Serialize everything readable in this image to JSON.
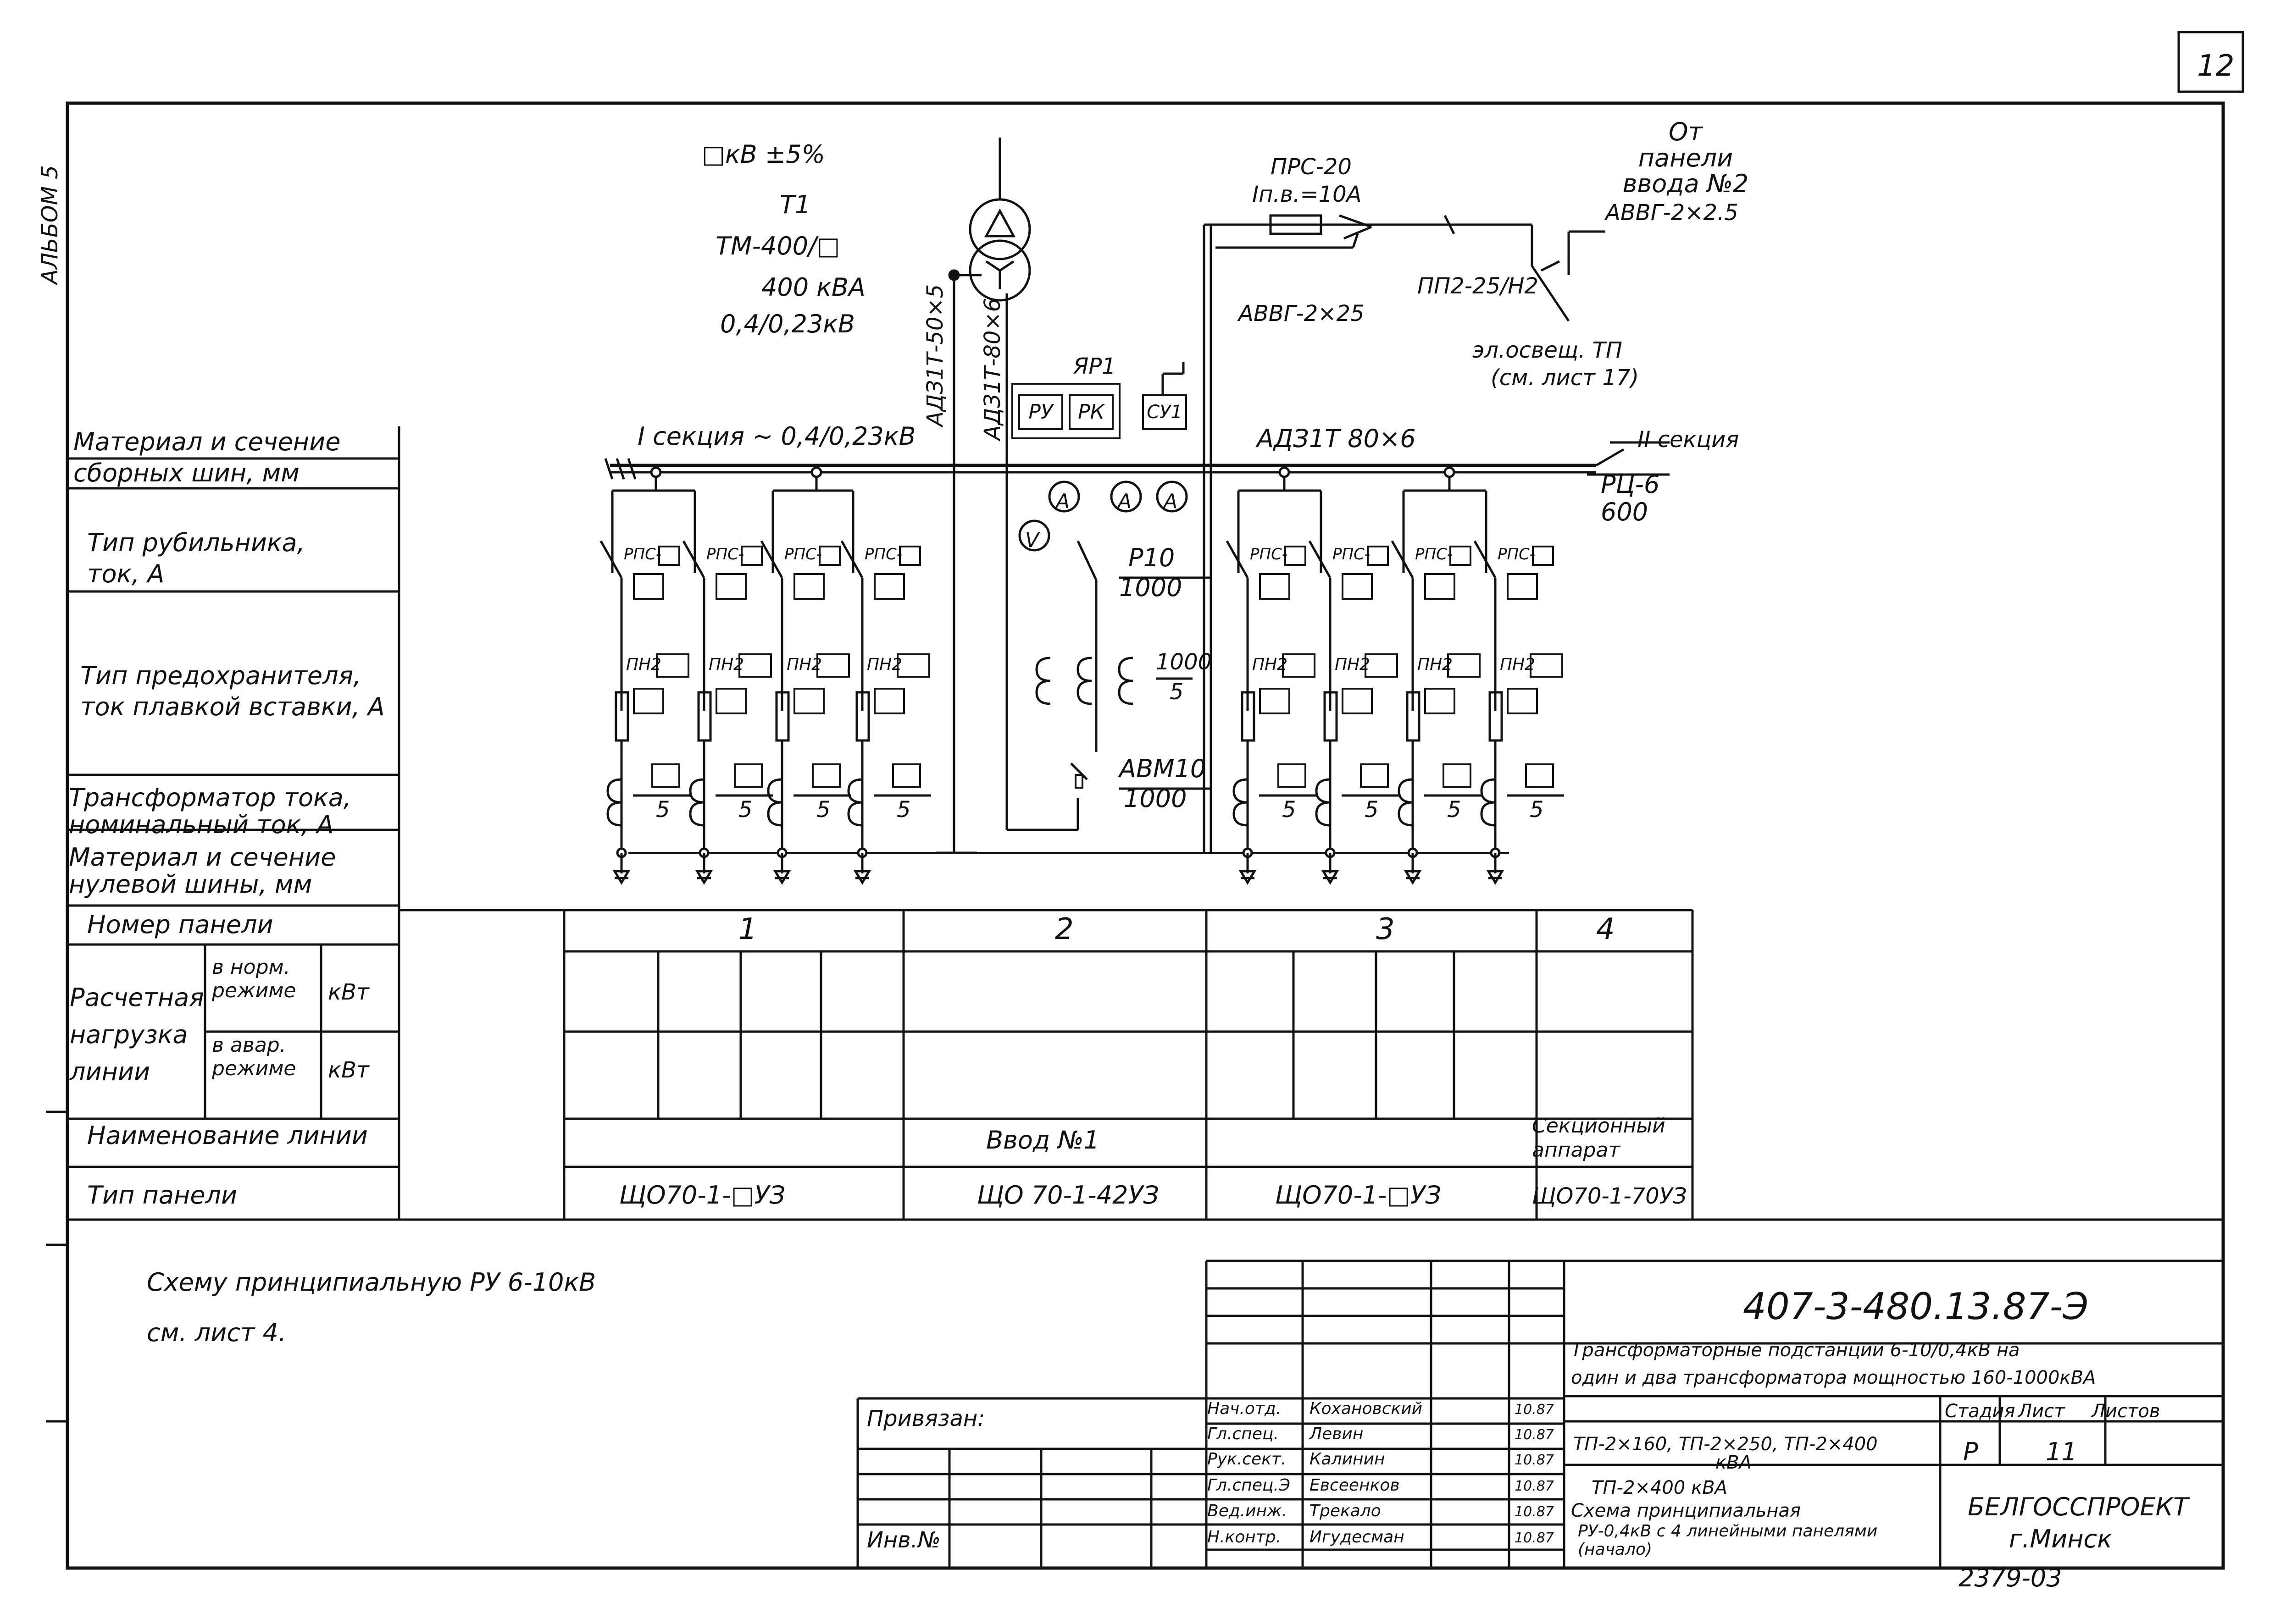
{
  "sheet": {
    "page_number": "12",
    "album_label": "АЛЬБОМ 5",
    "code": "407-3-480.13.87-Э",
    "archive_number": "2379-03"
  },
  "row_labels": [
    "Материал и сечение сборных шин, мм",
    "Тип рубильника, ток, А",
    "Тип предохранителя, ток плавкой вставки, А",
    "Трансформатор тока, номинальный ток, А",
    "Материал и сечение нулевой шины, мм",
    "Номер панели"
  ],
  "load_row": {
    "label": "Расчетная нагрузка линии",
    "norm": "в норм. режиме",
    "avar": "в авар. режиме",
    "unit": "кВт"
  },
  "name_row_label": "Наименование линии",
  "type_row_label": "Тип панели",
  "panels": [
    {
      "number": "1",
      "line_name": "",
      "type": "ЩО70-1-□УЗ"
    },
    {
      "number": "2",
      "line_name": "Ввод №1",
      "type": "ЩО 70-1-42УЗ"
    },
    {
      "number": "3",
      "line_name": "",
      "type": "ЩО70-1-□УЗ"
    },
    {
      "number": "4",
      "line_name": "Секционный аппарат",
      "type": "ЩО70-1-70УЗ"
    }
  ],
  "transformer": {
    "kv_tolerance": "□кВ ±5%",
    "name": "Т1",
    "model": "ТМ-400/□",
    "power": "400 кВА",
    "voltage": "0,4/0,23кВ",
    "bus_label_1": "АДЗ1Т-50×5",
    "bus_label_2": "АДЗ1Т-80×6"
  },
  "busbar": {
    "section_1": "I секция ~ 0,4/0,23кВ",
    "section_2": "II секция",
    "material": "АДЗ1Т 80×6",
    "breaker": "РЦ-6",
    "breaker_current": "600"
  },
  "relay_panel": {
    "title": "ЯР1",
    "ru": "РУ",
    "rk": "РК",
    "sv": "СУ1"
  },
  "input": {
    "switch": "Р10",
    "switch_current": "1000",
    "ct": "1000",
    "ct_secondary": "5",
    "breaker": "АВМ10",
    "breaker_current": "1000"
  },
  "lighting": {
    "fuse": "ПРС-20",
    "fuse_current": "Iп.в.=10А",
    "cable_1": "АВВГ-2×25",
    "cable_2": "АВВГ-2×2.5",
    "switch": "ПП2-25/Н2",
    "from_panel": "От панели ввода №2",
    "note_1": "эл.освещ. ТП",
    "note_2": "(см. лист 17)"
  },
  "feeder_labels": {
    "switch": "РПС-",
    "fuse": "ПН2",
    "ct_secondary": "5"
  },
  "meters": {
    "ammeter": "А",
    "voltmeter": "V"
  },
  "note_1": "Схему принципиальную РУ 6-10кВ",
  "note_2": "см. лист 4.",
  "title_block": {
    "privyazan": "Привязан:",
    "inv": "Инв.№",
    "rows": [
      {
        "role": "Нач.отд.",
        "name": "Кохановский",
        "date": "10.87"
      },
      {
        "role": "Гл.спец.",
        "name": "Левин",
        "date": "10.87"
      },
      {
        "role": "Рук.сект.",
        "name": "Калинин",
        "date": "10.87"
      },
      {
        "role": "Гл.спец.Э",
        "name": "Евсеенков",
        "date": "10.87"
      },
      {
        "role": "Вед.инж.",
        "name": "Трекало",
        "date": "10.87"
      },
      {
        "role": "Н.контр.",
        "name": "Игудесман",
        "date": "10.87"
      }
    ],
    "description_1": "Трансформаторные подстанции 6-10/0,4кВ на",
    "description_2": "один и два трансформатора мощностью 160-1000кВА",
    "variants": "ТП-2×160, ТП-2×250, ТП-2×400",
    "variants_unit": "кВА",
    "sheet_title_1": "ТП-2×400 кВА",
    "sheet_title_2": "Схема принципиальная",
    "sheet_title_3": "РУ-0,4кВ с 4 линейными панелями (начало)",
    "stage_label": "Стадия",
    "sheet_label": "Лист",
    "sheets_label": "Листов",
    "stage": "Р",
    "sheet": "11",
    "org": "БЕЛГОССПРОЕКТ",
    "city": "г.Минск"
  }
}
